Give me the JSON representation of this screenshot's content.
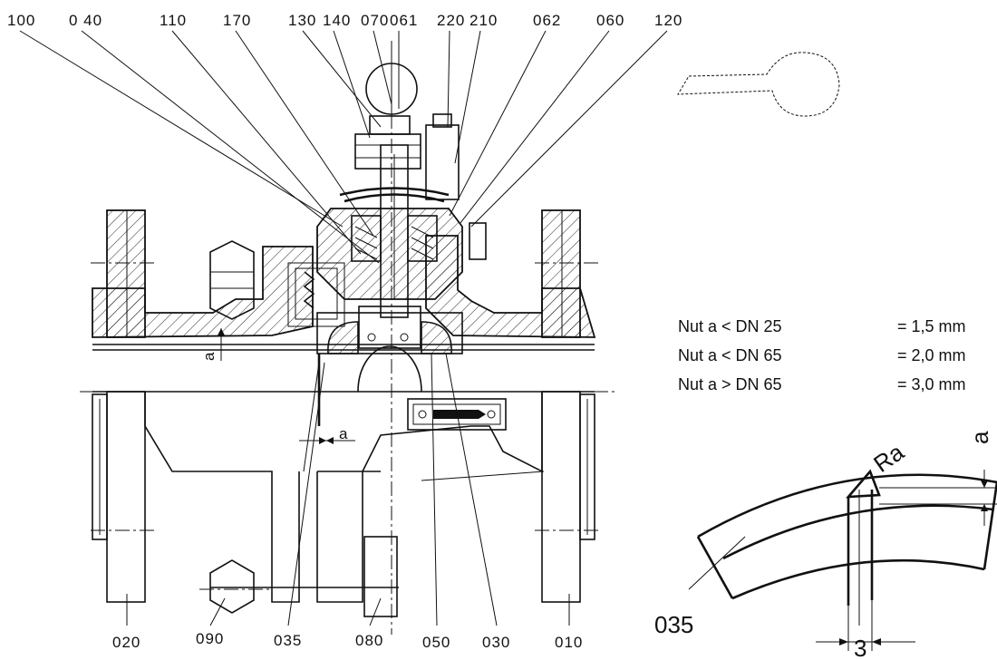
{
  "callouts_top": [
    "100",
    "0 40",
    "110",
    "170",
    "130",
    "140",
    "070",
    "061",
    "220",
    "210",
    "062",
    "060",
    "120"
  ],
  "callouts_bottom": [
    "020",
    "090",
    "035",
    "080",
    "050",
    "030",
    "010"
  ],
  "dim_labels": {
    "a_left": "a",
    "a_mid": "a",
    "a_detail": "a",
    "ra": "Ra",
    "three": "3"
  },
  "detail_callout": "035",
  "specs": [
    {
      "label": "Nut a < DN 25",
      "value": "= 1,5 mm"
    },
    {
      "label": "Nut a < DN 65",
      "value": "= 2,0 mm"
    },
    {
      "label": "Nut a > DN 65",
      "value": "= 3,0 mm"
    }
  ]
}
